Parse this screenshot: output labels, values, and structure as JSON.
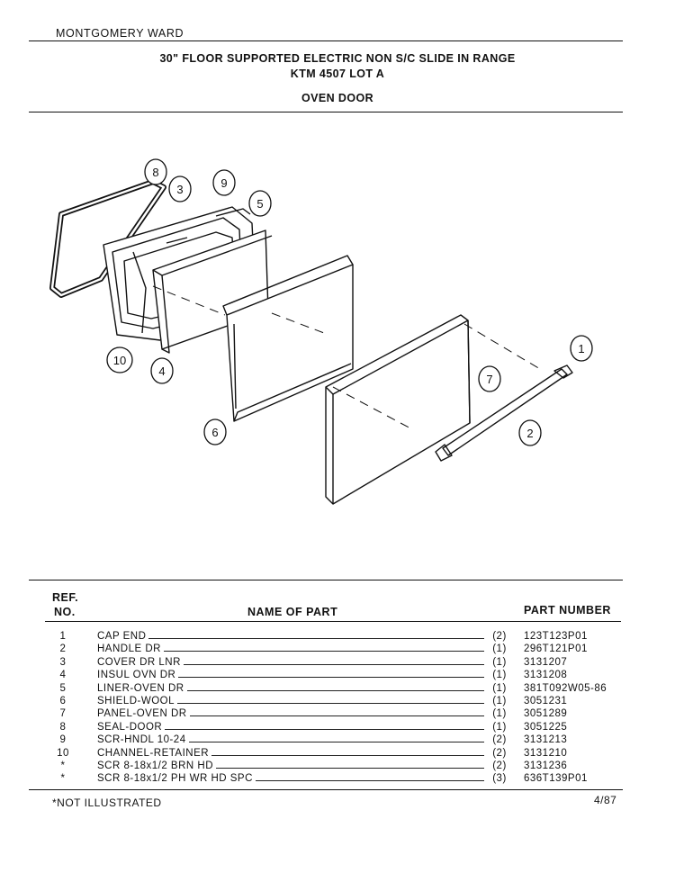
{
  "header": {
    "brand": "MONTGOMERY WARD",
    "title_line1": "30\" FLOOR SUPPORTED ELECTRIC NON S/C SLIDE IN RANGE",
    "title_line2": "KTM 4507 LOT A",
    "section": "OVEN DOOR"
  },
  "diagram": {
    "callouts": [
      "1",
      "2",
      "3",
      "4",
      "5",
      "6",
      "7",
      "8",
      "9",
      "10"
    ]
  },
  "parts_table": {
    "col_ref_line1": "REF.",
    "col_ref_line2": "NO.",
    "col_name": "NAME OF PART",
    "col_part_number": "PART NUMBER",
    "rows": [
      {
        "ref": "1",
        "name": "CAP END",
        "qty": "(2)",
        "part_number": "123T123P01"
      },
      {
        "ref": "2",
        "name": "HANDLE DR",
        "qty": "(1)",
        "part_number": "296T121P01"
      },
      {
        "ref": "3",
        "name": "COVER DR LNR",
        "qty": "(1)",
        "part_number": "3131207"
      },
      {
        "ref": "4",
        "name": "INSUL OVN DR",
        "qty": "(1)",
        "part_number": "3131208"
      },
      {
        "ref": "5",
        "name": "LINER-OVEN DR",
        "qty": "(1)",
        "part_number": "381T092W05-86"
      },
      {
        "ref": "6",
        "name": "SHIELD-WOOL",
        "qty": "(1)",
        "part_number": "3051231"
      },
      {
        "ref": "7",
        "name": "PANEL-OVEN DR",
        "qty": "(1)",
        "part_number": "3051289"
      },
      {
        "ref": "8",
        "name": "SEAL-DOOR",
        "qty": "(1)",
        "part_number": "3051225"
      },
      {
        "ref": "9",
        "name": "SCR-HNDL 10-24",
        "qty": "(2)",
        "part_number": "3131213"
      },
      {
        "ref": "10",
        "name": "CHANNEL-RETAINER",
        "qty": "(2)",
        "part_number": "3131210"
      },
      {
        "ref": "*",
        "name": "SCR 8-18x1/2 BRN HD",
        "qty": "(2)",
        "part_number": "3131236"
      },
      {
        "ref": "*",
        "name": "SCR 8-18x1/2 PH WR HD SPC",
        "qty": "(3)",
        "part_number": "636T139P01"
      }
    ]
  },
  "footer": {
    "note": "*NOT ILLUSTRATED",
    "date": "4/87"
  }
}
